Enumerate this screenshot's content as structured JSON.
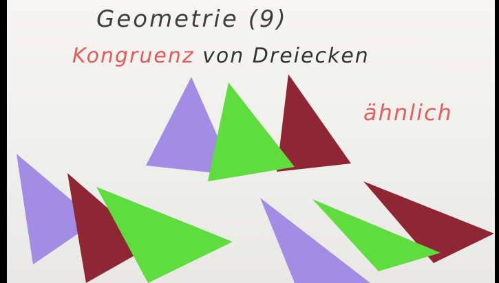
{
  "heading": {
    "title": "Geometrie (9)",
    "subtitle_highlight": "Kongruenz",
    "subtitle_rest": " von Dreiecken"
  },
  "side_label": "ähnlich",
  "colors": {
    "purple": "#a38ce4",
    "green": "#5fdd3e",
    "dark_red": "#8e2633",
    "ink_red": "#e45a5a",
    "ink_dark": "#3f3f3f"
  }
}
